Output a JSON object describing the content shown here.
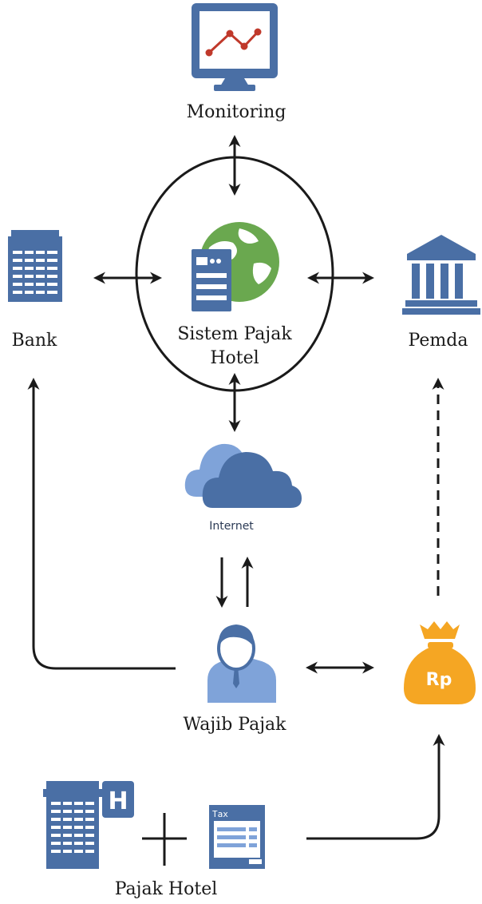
{
  "nodes": {
    "monitoring": "Monitoring",
    "system_line1": "Sistem Pajak",
    "system_line2": "Hotel",
    "bank": "Bank",
    "pemda": "Pemda",
    "internet": "Internet",
    "wajib_pajak": "Wajib Pajak",
    "pajak_hotel": "Pajak Hotel"
  },
  "icon_text": {
    "money_bag": "Rp",
    "hotel_sign": "H",
    "tax_form": "Tax"
  },
  "icons": {
    "monitoring": "monitor-chart-icon",
    "system": "server-globe-icon",
    "bank": "office-building-icon",
    "pemda": "government-building-icon",
    "internet": "cloud-icon",
    "wajib_pajak": "person-icon",
    "money": "money-bag-icon",
    "hotel": "hotel-building-icon",
    "tax": "tax-form-icon"
  },
  "colors": {
    "icon_blue": "#4a6fa5",
    "light_blue": "#7fa3d9",
    "globe_green": "#6aa84f",
    "chart_red": "#c0392b",
    "money_orange": "#f5a623",
    "line": "#1a1a1a"
  }
}
